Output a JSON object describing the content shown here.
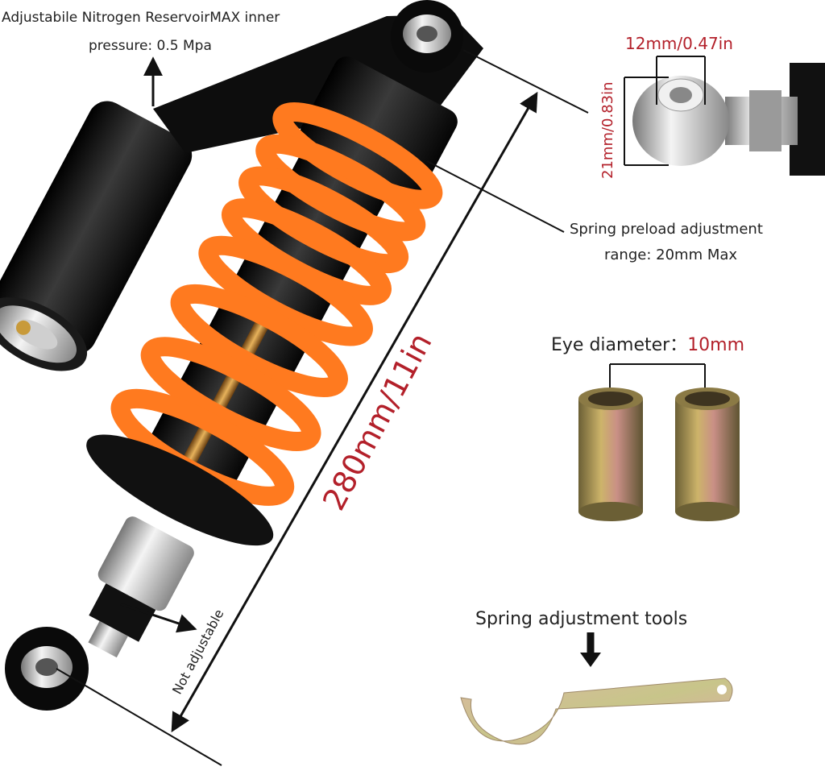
{
  "labels": {
    "reservoir_line1": "Adjustabile Nitrogen ReservoirMAX inner",
    "reservoir_line2": "pressure: 0.5 Mpa",
    "preload_line1": "Spring preload adjustment",
    "preload_line2": "range: 20mm Max",
    "eye_diameter_label": "Eye diameter：",
    "eye_diameter_value": "10mm",
    "tools_label": "Spring adjustment tools",
    "not_adjustable": "Not adjustable",
    "length": "280mm/11in",
    "inner_width": "12mm/0.47in",
    "outer_height": "21mm/0.83in"
  },
  "colors": {
    "spring": "#ff7a1f",
    "body": "#111111",
    "dimension_red": "#b3202a",
    "bushing": "#b39a4f"
  },
  "icons": {
    "arrow_down": "arrow-down-icon",
    "arrow_up": "arrow-up-icon"
  }
}
